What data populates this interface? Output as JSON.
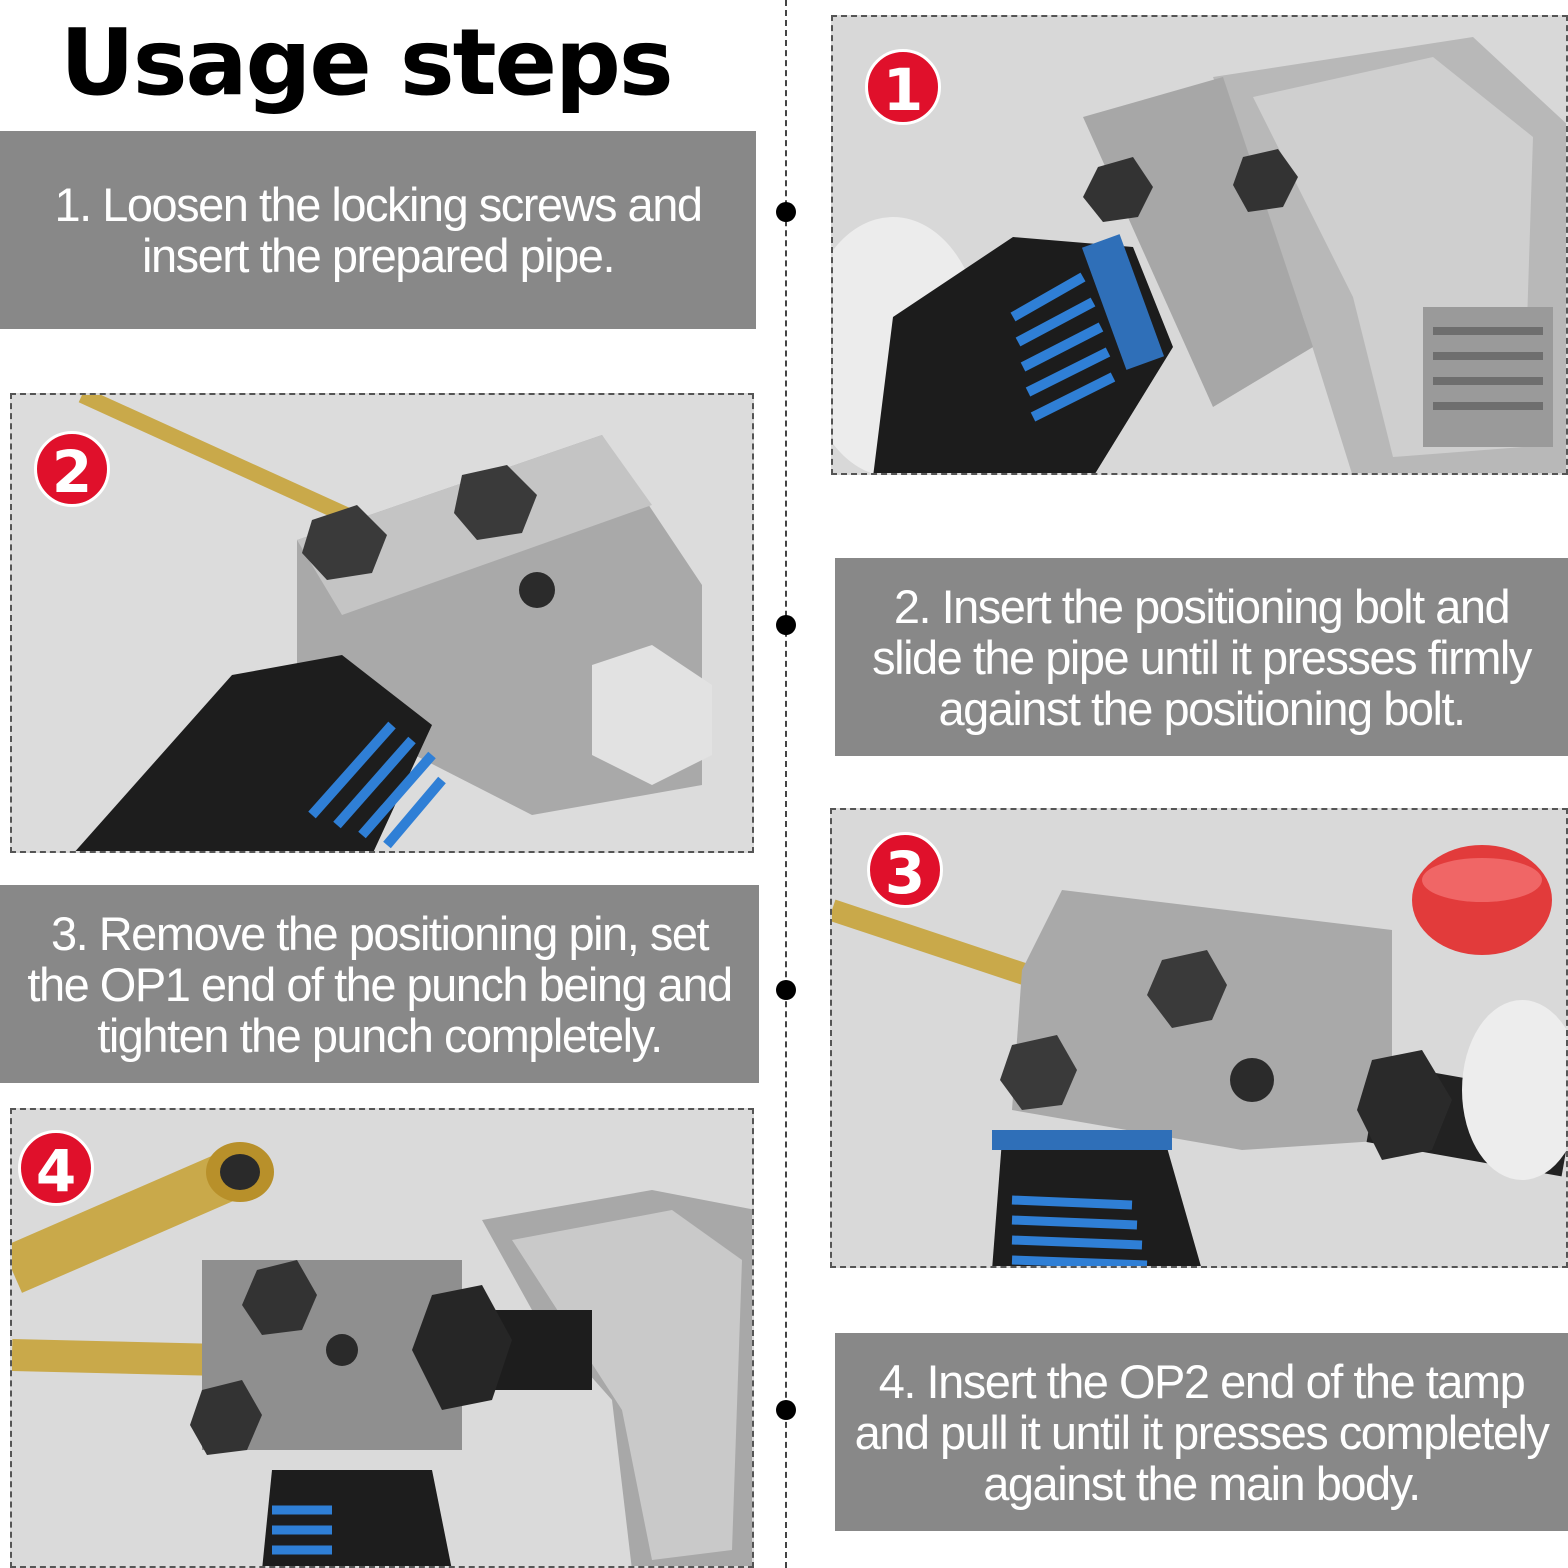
{
  "title": "Usage steps",
  "steps": [
    {
      "text": "1. Loosen the locking screws and insert the prepared pipe.",
      "badge": "1"
    },
    {
      "text": "2. Insert the positioning bolt and slide the pipe until it presses firmly against the positioning bolt.",
      "badge": "2"
    },
    {
      "text": "3. Remove the positioning pin, set the OP1 end of the punch being and tighten the punch completely.",
      "badge": "3"
    },
    {
      "text": "4. Insert the OP2 end of the tamp and pull it until it presses completely against the main body.",
      "badge": "4"
    }
  ],
  "colors": {
    "box": "#888888",
    "badge": "#e0102b",
    "text": "#ffffff"
  },
  "icons": [
    "flaring-tool-photo",
    "wrench-photo"
  ]
}
